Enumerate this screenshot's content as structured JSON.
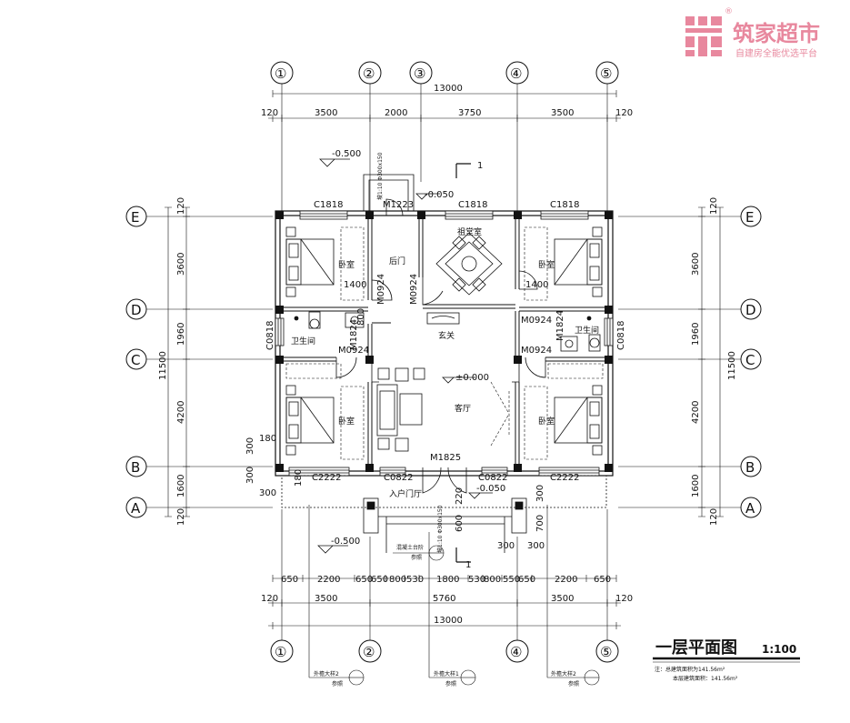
{
  "brand": {
    "name": "筑家超市",
    "tagline": "自建房全能优选平台",
    "registered": "®",
    "color": "#e8889e"
  },
  "axes": {
    "vertical": [
      "①",
      "②",
      "③",
      "④",
      "⑤"
    ],
    "horizontal": [
      "E",
      "D",
      "C",
      "B",
      "A"
    ]
  },
  "dims": {
    "top_total": "13000",
    "top_segments": [
      "120",
      "3500",
      "2000",
      "3750",
      "3500",
      "120"
    ],
    "bottom_detail": [
      "650",
      "2200",
      "650",
      "650",
      "800",
      "530",
      "1800",
      "530",
      "800",
      "550",
      "650",
      "2200",
      "650"
    ],
    "bottom_axes": [
      "120",
      "3500",
      "5760",
      "3500",
      "120"
    ],
    "bottom_total": "13000",
    "left_segments": [
      "120",
      "3600",
      "1960",
      "4200",
      "1600",
      "120"
    ],
    "left_total": "11500",
    "right_segments": [
      "120",
      "3600",
      "1960",
      "4200",
      "1600",
      "120"
    ],
    "right_total": "11500",
    "misc": [
      "180",
      "300",
      "300",
      "300",
      "180",
      "800",
      "1400",
      "1400",
      "300",
      "300",
      "220",
      "600",
      "700",
      "300"
    ]
  },
  "levels": {
    "outdoor_top": "-0.500",
    "back_step": "-0.050",
    "floor": "±0.000",
    "front_step": "-0.050",
    "outdoor_bottom": "-0.500"
  },
  "rooms": {
    "bedroom": "卧室",
    "back_door": "后门",
    "worship": "祖堂室",
    "bath": "卫生间",
    "foyer": "玄关",
    "living": "客厅",
    "entrance": "入户门厅"
  },
  "codes": {
    "c1818": "C1818",
    "m1223": "M1223",
    "m0924": "M0924",
    "m1824": "M1824",
    "c0818": "C0818",
    "c2222": "C2222",
    "c0822": "C0822",
    "m1825": "M1825"
  },
  "section": {
    "label": "1"
  },
  "ramp_labels": {
    "back": "坡1:10 Φ300x150",
    "front": "坡1:10 Φ300x150"
  },
  "detail_refs": [
    {
      "title": "外檐大样2",
      "sub": "参照"
    },
    {
      "title": "外檐大样1",
      "sub": "参照"
    },
    {
      "title": "外檐大样2",
      "sub": "参照"
    },
    {
      "title": "混凝土台阶",
      "sub": "参照"
    }
  ],
  "title_block": {
    "title": "一层平面图",
    "scale": "1:100",
    "note1": "注：总建筑面积为141.56m²",
    "note2": "本层建筑面积：141.56m²"
  }
}
